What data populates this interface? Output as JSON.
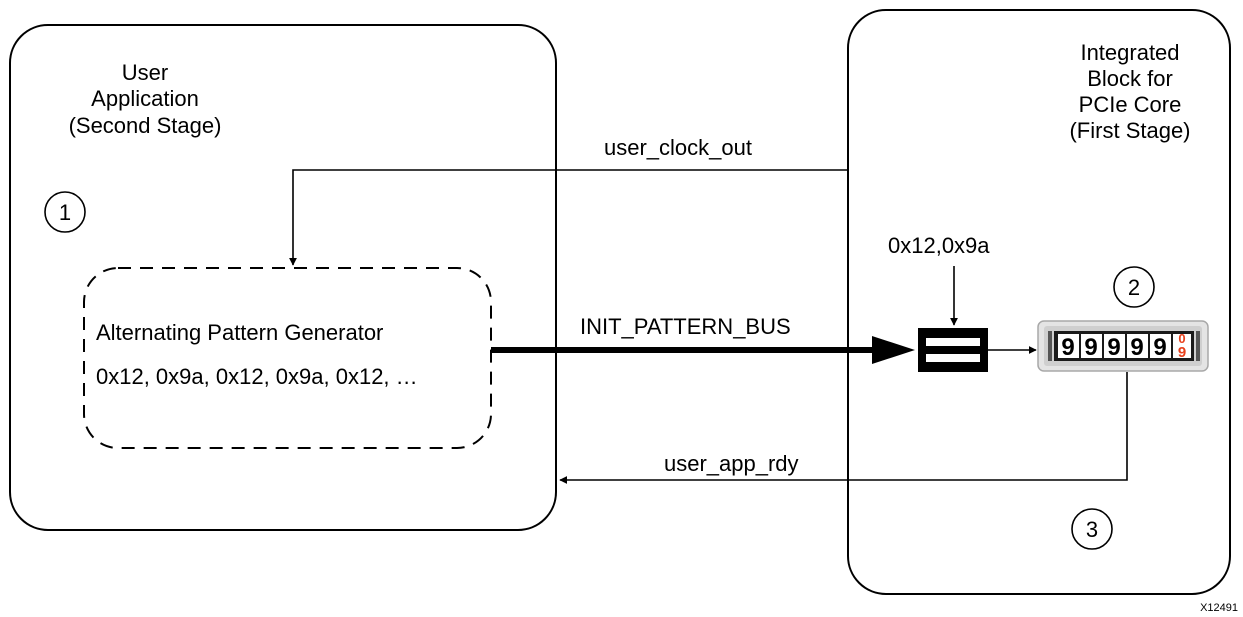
{
  "user_app": {
    "title_lines": [
      "User",
      "Application",
      "(Second Stage)"
    ],
    "step_number": "1"
  },
  "generator": {
    "title": "Alternating Pattern Generator",
    "pattern": "0x12, 0x9a, 0x12, 0x9a, 0x12, …"
  },
  "pcie_block": {
    "title_lines": [
      "Integrated",
      "Block for",
      "PCIe Core",
      "(First Stage)"
    ],
    "step_2": "2",
    "step_3": "3"
  },
  "signals": {
    "clock": "user_clock_out",
    "pattern_bus": "INIT_PATTERN_BUS",
    "ready": "user_app_rdy"
  },
  "register_input": "0x12,0x9a",
  "counter": {
    "digits": [
      "9",
      "9",
      "9",
      "9",
      "9"
    ],
    "rolling_digits": [
      "0",
      "9"
    ],
    "rolling_color": "#e8401c"
  },
  "figure_id": "X12491"
}
